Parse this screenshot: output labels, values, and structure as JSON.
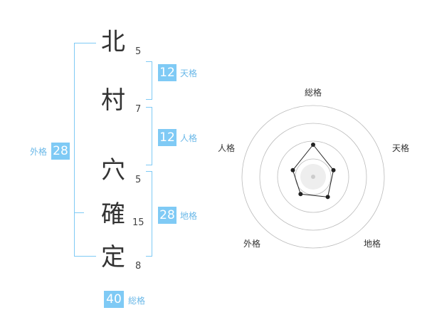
{
  "name_chars": [
    {
      "char": "北",
      "strokes": "5"
    },
    {
      "char": "村",
      "strokes": "7"
    },
    {
      "char": "穴",
      "strokes": "5"
    },
    {
      "char": "確",
      "strokes": "15"
    },
    {
      "char": "定",
      "strokes": "8"
    }
  ],
  "kaku": {
    "tenkaku": {
      "value": "12",
      "label": "天格"
    },
    "jinkaku": {
      "value": "12",
      "label": "人格"
    },
    "chikaku": {
      "value": "28",
      "label": "地格"
    },
    "gaikaku": {
      "value": "28",
      "label": "外格"
    },
    "soukaku": {
      "value": "40",
      "label": "総格"
    }
  },
  "radar": {
    "labels": [
      "総格",
      "天格",
      "地格",
      "外格",
      "人格"
    ],
    "scores": [
      0.45,
      0.3,
      0.35,
      0.3,
      0.3
    ],
    "rings": 4,
    "ring_color": "#bbbbbb",
    "accent": "#7fcaf5"
  }
}
